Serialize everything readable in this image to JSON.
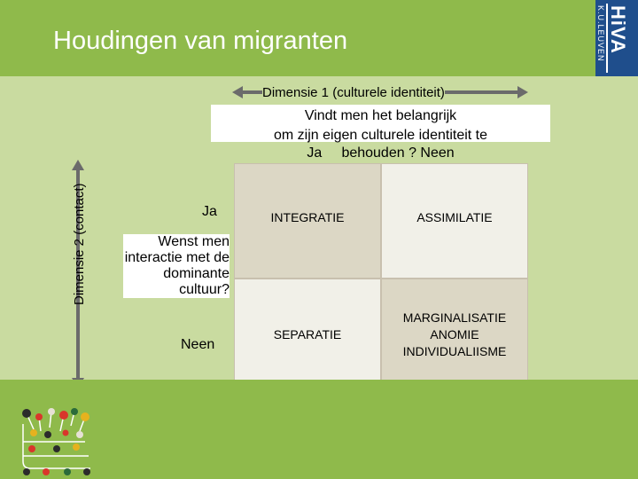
{
  "slide": {
    "title": "Houdingen van migranten",
    "logo": {
      "wordmark": "HiVA",
      "subtext": "K.U.LEUVEN"
    }
  },
  "dimension1": {
    "label": "Dimensie 1 (culturele identiteit)",
    "question_line1": "Vindt men het belangrijk",
    "question_line2": "om zijn eigen culturele identiteit te",
    "question_line3": "Ja     behouden ? Neen"
  },
  "dimension2": {
    "label": "Dimensie 2 (contact)",
    "yes": "Ja",
    "question_lines": [
      "Wenst men",
      "interactie met de",
      "dominante",
      "cultuur?"
    ],
    "no": "Neen"
  },
  "matrix": {
    "integration": "INTEGRATIE",
    "assimilation": "ASSIMILATIE",
    "separation": "SEPARATIE",
    "marginalisation": [
      "MARGINALISATIE",
      "ANOMIE",
      "INDIVIDUALIISME"
    ]
  },
  "colors": {
    "header_green": "#8fba4b",
    "background_green": "#c9dba0",
    "logo_blue": "#1f4e8c",
    "cell_dark": "#dcd7c5",
    "cell_light": "#f1f0e8",
    "arrow_grey": "#6b6b6b"
  }
}
